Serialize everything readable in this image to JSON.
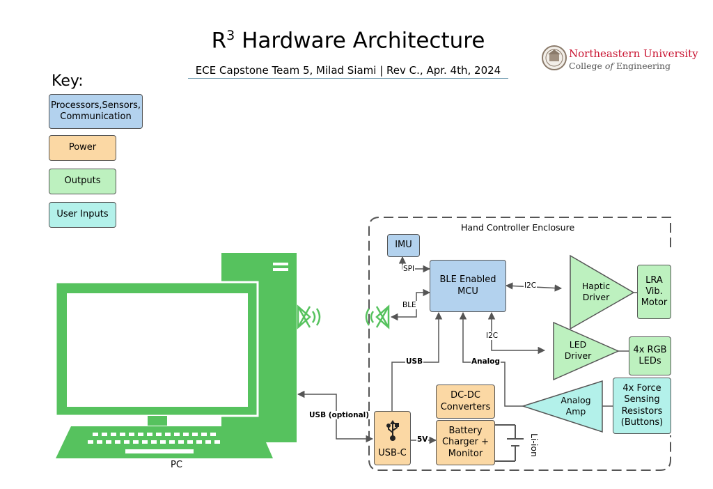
{
  "header": {
    "title_prefix": "R",
    "title_sup": "3",
    "title_rest": " Hardware Architecture",
    "subtitle": "ECE Capstone Team 5, Milad Siami | Rev C., Apr. 4th, 2024",
    "university": "Northeastern University",
    "college_prefix": "College ",
    "college_of": "of",
    "college_suffix": " Engineering"
  },
  "key": {
    "title": "Key:",
    "items": [
      {
        "label": "Processors,Sensors, Communication",
        "color": "#b3d2ee"
      },
      {
        "label": "Power",
        "color": "#fbd8a4"
      },
      {
        "label": "Outputs",
        "color": "#bdf1bf"
      },
      {
        "label": "User Inputs",
        "color": "#b3f1ea"
      }
    ]
  },
  "enclosure": {
    "label": "Hand Controller Enclosure"
  },
  "blocks": {
    "imu": "IMU",
    "mcu": "BLE Enabled MCU",
    "lra": "LRA Vib. Motor",
    "rgb": "4x RGB LEDs",
    "fsr": "4x Force Sensing Resistors (Buttons)",
    "dcdc": "DC-DC Converters",
    "charger": "Battery Charger + Monitor",
    "usbc": "USB-C"
  },
  "triangles": {
    "haptic": "Haptic Driver",
    "led": "LED Driver",
    "amp": "Analog Amp"
  },
  "links": {
    "spi": "SPI",
    "ble": "BLE",
    "i2c_haptic": "I2C",
    "i2c_led": "I2C",
    "usb": "USB",
    "analog": "Analog",
    "five_v": "5V",
    "usb_optional": "USB (optional)"
  },
  "pc": {
    "label": "PC"
  },
  "battery": {
    "label": "Li-ion"
  },
  "colors": {
    "pc_green": "#56c25e",
    "antenna_green": "#56c25e",
    "line": "#555555",
    "brand_red": "#c8102e"
  }
}
